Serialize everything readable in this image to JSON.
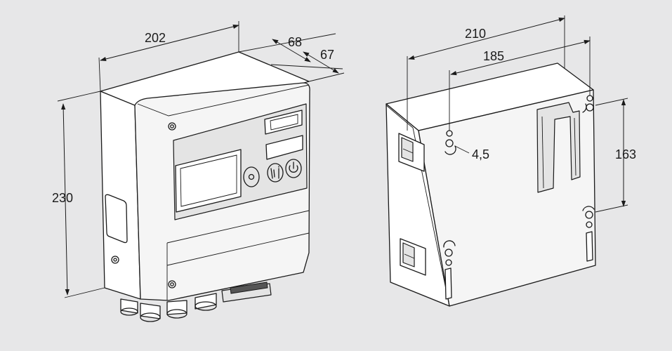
{
  "front_view": {
    "dims": {
      "width": "202",
      "depth_a": "68",
      "depth_b": "67",
      "height": "230"
    },
    "icons": [
      "status-light-display",
      "power-icon",
      "service-info-icon",
      "rotary-knob-icon"
    ]
  },
  "rear_view": {
    "dims": {
      "width": "210",
      "hole_spacing_h": "185",
      "hole_spacing_v": "163",
      "hole_diameter": "4,5"
    }
  }
}
